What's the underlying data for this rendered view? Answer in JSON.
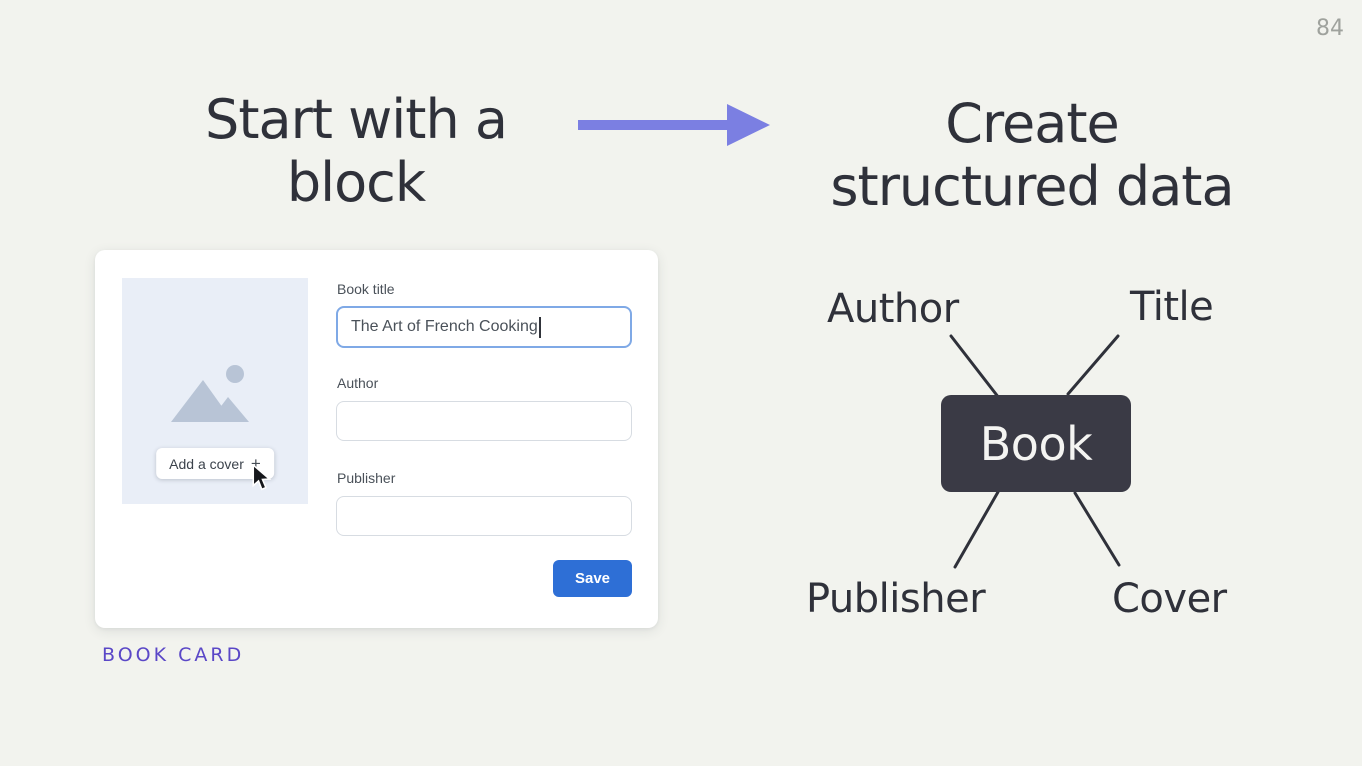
{
  "page_number": "84",
  "left_panel": {
    "heading": "Start with a block",
    "caption": "BOOK CARD",
    "card": {
      "cover": {
        "add_button_label": "Add a cover",
        "plus_icon": "+"
      },
      "fields": [
        {
          "label": "Book title",
          "value": "The Art of French Cooking"
        },
        {
          "label": "Author",
          "value": ""
        },
        {
          "label": "Publisher",
          "value": ""
        }
      ],
      "save_button_label": "Save"
    }
  },
  "right_panel": {
    "heading": "Create structured data",
    "diagram": {
      "center_node": "Book",
      "labels": {
        "top_left": "Author",
        "top_right": "Title",
        "bottom_left": "Publisher",
        "bottom_right": "Cover"
      }
    }
  },
  "colors": {
    "background": "#f2f3ee",
    "heading_text": "#2f313a",
    "arrow_purple": "#7b7fe2",
    "caption_purple": "#5a47c7",
    "save_button_blue": "#2e6fd6",
    "focused_input_border": "#7fa9e6",
    "book_node_dark": "#3a3a45",
    "cover_placeholder": "#e9eef7",
    "page_number_gray": "#9fa29d"
  }
}
